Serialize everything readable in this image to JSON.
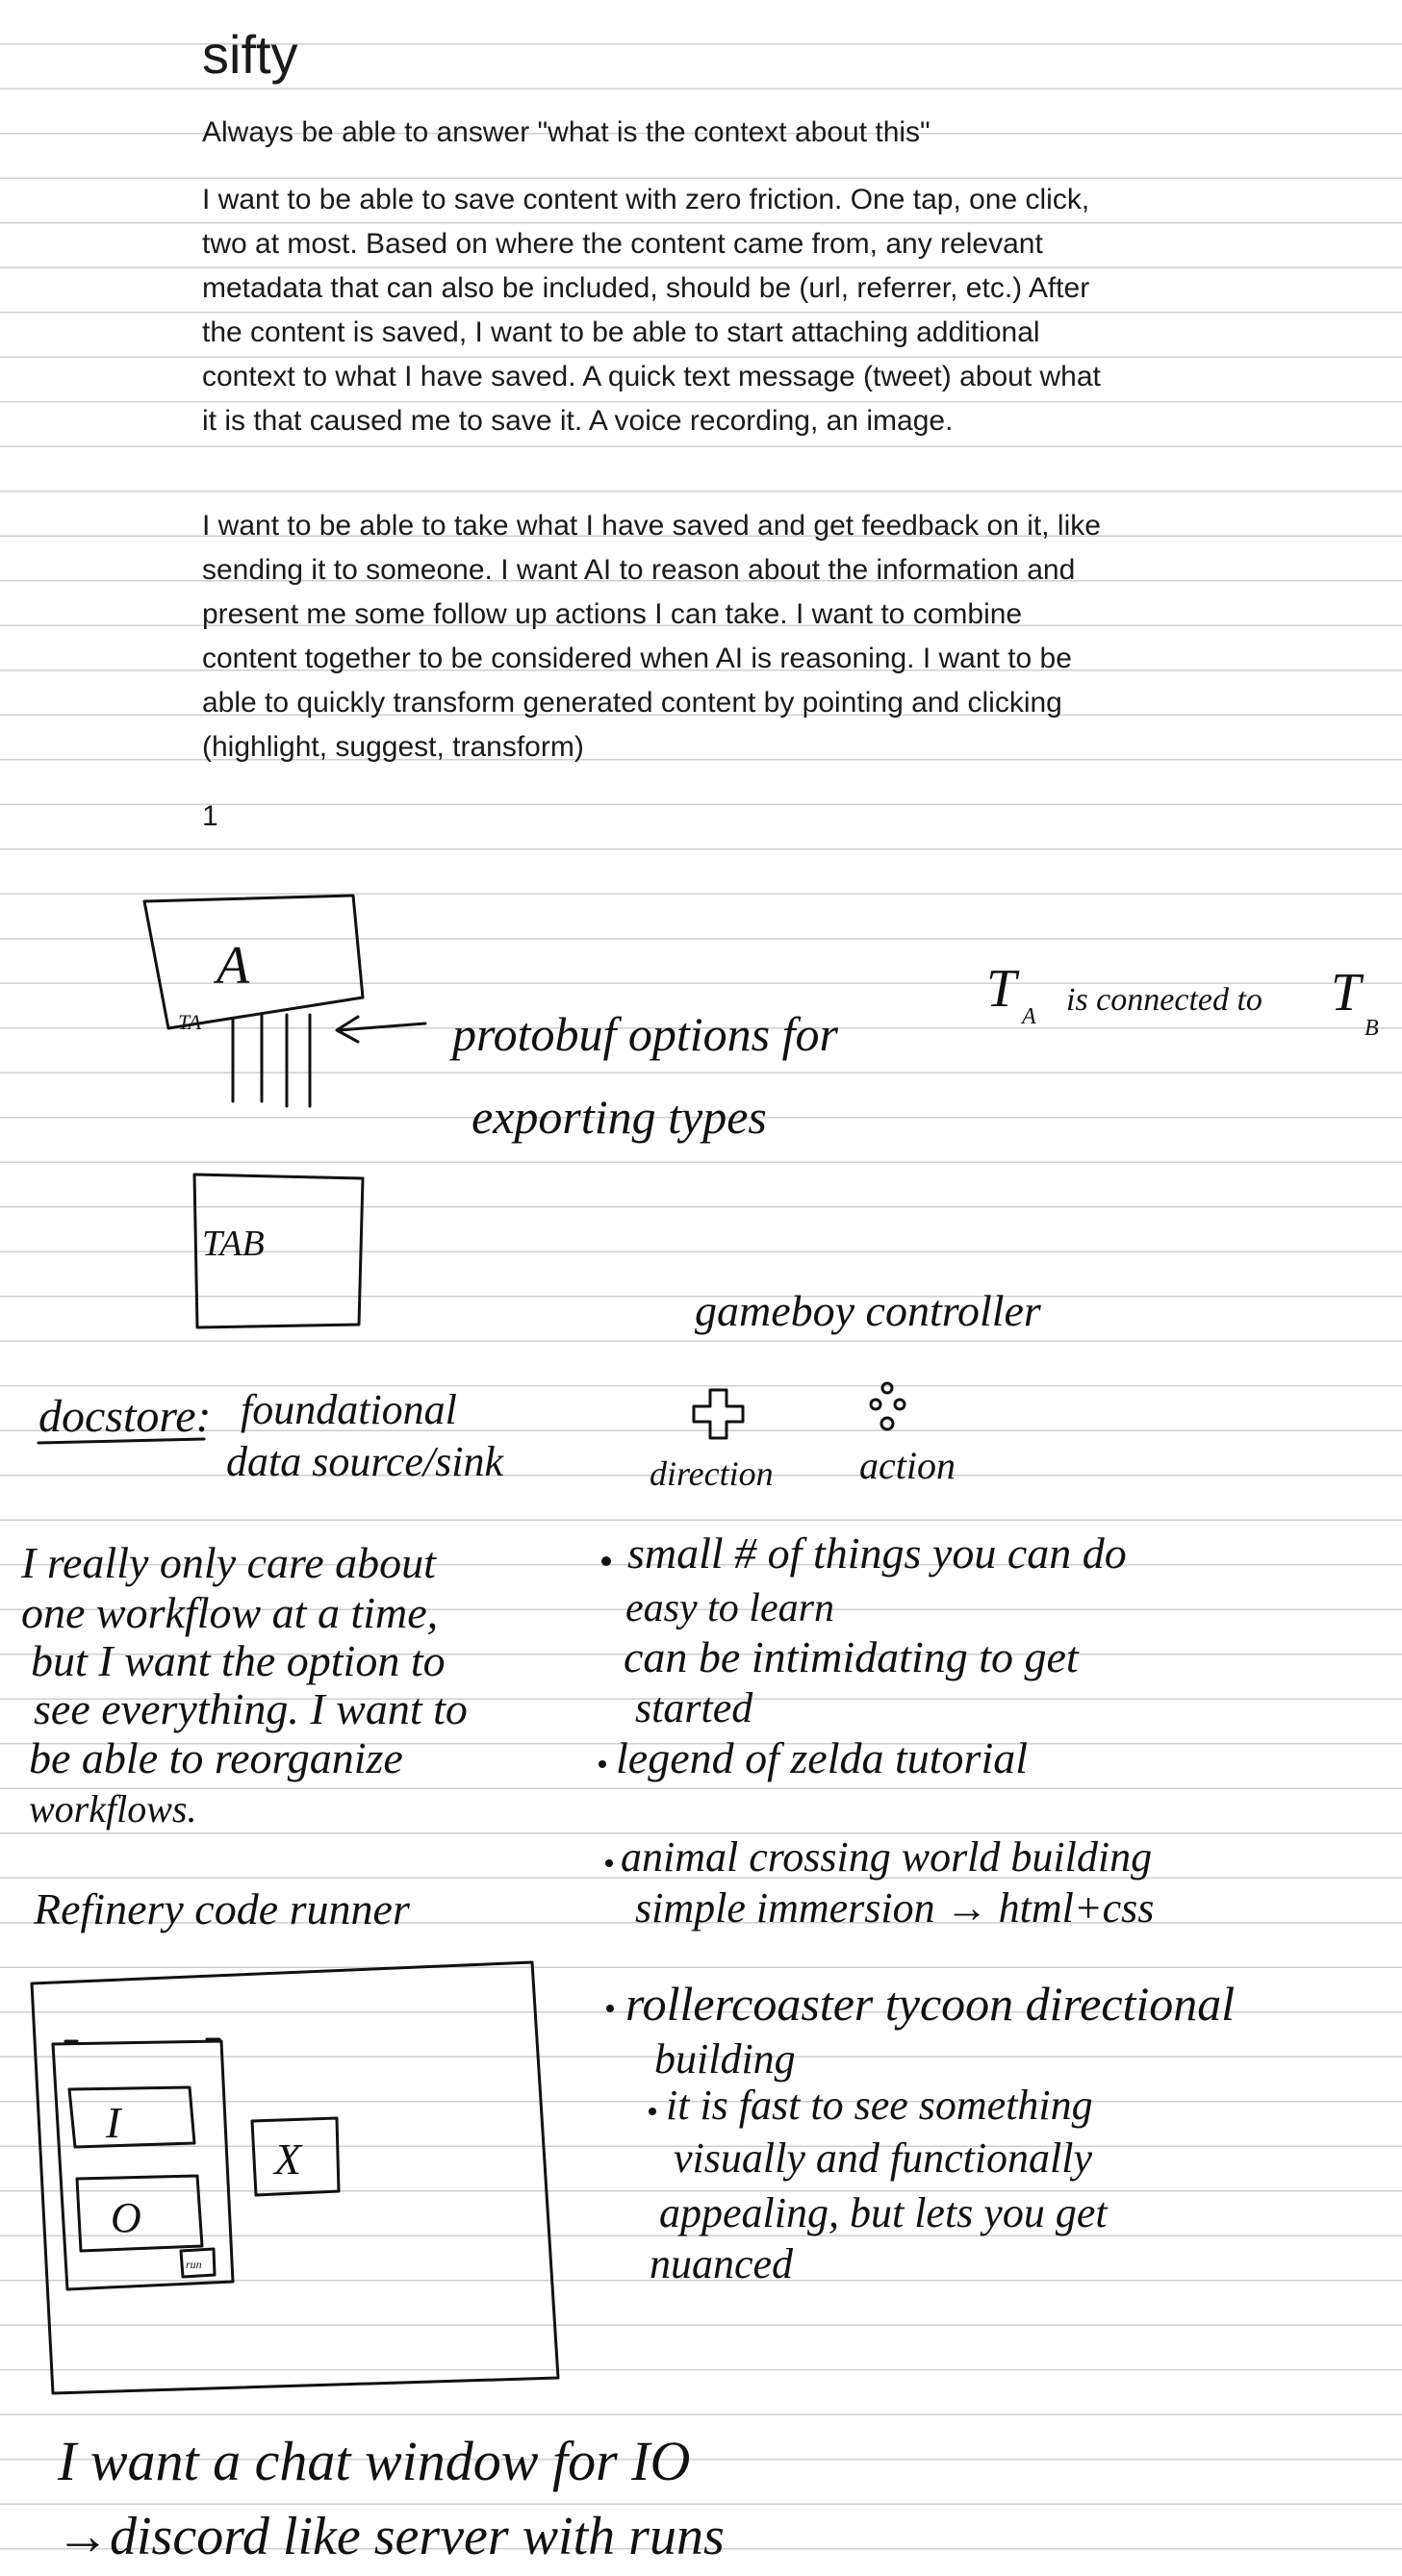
{
  "document": {
    "title": "sifty",
    "paragraphs": [
      "Always be able to answer \"what is the context about this\"",
      "I want to be able to save content with zero friction. One tap, one click, two at most. Based on where the content came from, any relevant metadata that can also be included, should be (url, referrer, etc.) After the content is saved, I want to be able to start attaching additional context to what I have saved. A quick text message (tweet) about what it is that caused me to save it. A voice recording, an image.",
      "I want to be able to take what I have saved and get feedback on it, like sending it to someone. I want AI to reason about the information and present me some follow up actions I can take. I want to combine content together to be considered when AI is reasoning. I want to be able to quickly transform generated content by pointing and clicking (highlight, suggest, transform)"
    ],
    "page_number": "1"
  },
  "handwriting": {
    "diagram_ab": {
      "box_a_label": "A",
      "ta_label": "TA",
      "tb_label": "TAB",
      "arrow_note_line1": "protobuf options for",
      "arrow_note_line2": "exporting types"
    },
    "connection_note": {
      "t_a": "T",
      "sub_a": "A",
      "middle": "is connected to",
      "t_b": "T",
      "sub_b": "B"
    },
    "gameboy": {
      "title": "gameboy controller",
      "direction_label": "direction",
      "action_label": "action"
    },
    "docstore": {
      "term": "docstore:",
      "line1": "foundational",
      "line2": "data source/sink"
    },
    "workflow_note": [
      "I really only care about",
      "one workflow at a time,",
      "but I want the option to",
      "see everything. I want to",
      "be able to reorganize",
      "workflows."
    ],
    "bullets": {
      "intro": [
        "small # of things you can do",
        "easy to learn",
        "can be intimidating to get",
        "started"
      ],
      "zelda": [
        "legend of zelda tutorial"
      ],
      "animal_crossing": [
        "animal crossing world building",
        "simple immersion → html+css"
      ],
      "rollercoaster": [
        "rollercoaster tycoon directional",
        "building"
      ],
      "rollercoaster_sub": [
        "it is fast to see something",
        "visually and functionally",
        "appealing, but lets you get",
        "nuanced"
      ]
    },
    "refinery": {
      "title": "Refinery code runner",
      "input_label": "I",
      "output_label": "O",
      "run_label": "run",
      "close_label": "X"
    },
    "chat_note": {
      "line1": "I want a chat window for IO",
      "line2": "→discord like server with runs"
    }
  }
}
